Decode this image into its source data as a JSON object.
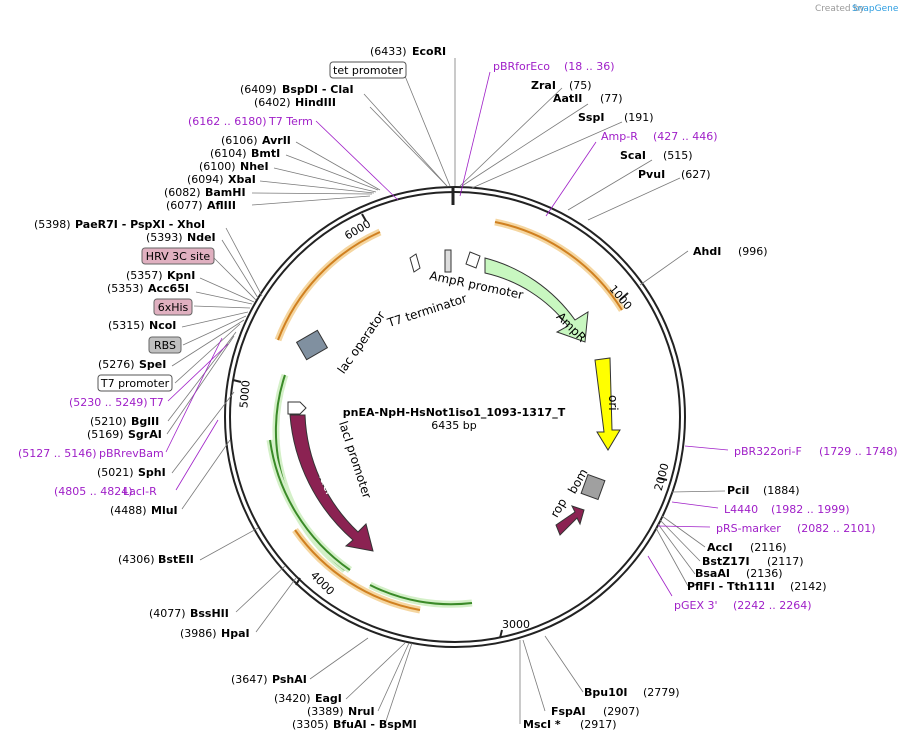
{
  "header": {
    "created_by": "Created by",
    "brand": "SnapGene"
  },
  "plasmid": {
    "name": "pnEA-NpH-HsNot1iso1_1093-1317_T",
    "size": "6435 bp"
  },
  "tick_labels": [
    "1000",
    "2000",
    "3000",
    "4000",
    "5000",
    "6000"
  ],
  "sites": [
    {
      "pos": "(6433)",
      "name": "EcoRI"
    },
    {
      "pos": "(75)",
      "name": "ZraI"
    },
    {
      "pos": "(77)",
      "name": "AatII"
    },
    {
      "pos": "(191)",
      "name": "SspI"
    },
    {
      "pos": "(515)",
      "name": "ScaI"
    },
    {
      "pos": "(627)",
      "name": "PvuI"
    },
    {
      "pos": "(996)",
      "name": "AhdI"
    },
    {
      "pos": "(1884)",
      "name": "PciI"
    },
    {
      "pos": "(2116)",
      "name": "AccI"
    },
    {
      "pos": "(2117)",
      "name": "BstZ17I"
    },
    {
      "pos": "(2136)",
      "name": "BsaAI"
    },
    {
      "pos": "(2142)",
      "name": "PflFI - Tth111I"
    },
    {
      "pos": "(2779)",
      "name": "Bpu10I"
    },
    {
      "pos": "(2907)",
      "name": "FspAI"
    },
    {
      "pos": "(2917)",
      "name": "MscI *"
    },
    {
      "pos": "(3305)",
      "name": "BfuAI - BspMI"
    },
    {
      "pos": "(3389)",
      "name": "NruI"
    },
    {
      "pos": "(3420)",
      "name": "EagI"
    },
    {
      "pos": "(3647)",
      "name": "PshAI"
    },
    {
      "pos": "(3986)",
      "name": "HpaI"
    },
    {
      "pos": "(4077)",
      "name": "BssHII"
    },
    {
      "pos": "(4306)",
      "name": "BstEII"
    },
    {
      "pos": "(4488)",
      "name": "MluI"
    },
    {
      "pos": "(5021)",
      "name": "SphI"
    },
    {
      "pos": "(5169)",
      "name": "SgrAI"
    },
    {
      "pos": "(5210)",
      "name": "BglII"
    },
    {
      "pos": "(5276)",
      "name": "SpeI"
    },
    {
      "pos": "(5315)",
      "name": "NcoI"
    },
    {
      "pos": "(5353)",
      "name": "Acc65I"
    },
    {
      "pos": "(5357)",
      "name": "KpnI"
    },
    {
      "pos": "(5393)",
      "name": "NdeI"
    },
    {
      "pos": "(5398)",
      "name": "PaeR7I - PspXI - XhoI"
    },
    {
      "pos": "(6077)",
      "name": "AflIII"
    },
    {
      "pos": "(6082)",
      "name": "BamHI"
    },
    {
      "pos": "(6094)",
      "name": "XbaI"
    },
    {
      "pos": "(6100)",
      "name": "NheI"
    },
    {
      "pos": "(6104)",
      "name": "BmtI"
    },
    {
      "pos": "(6106)",
      "name": "AvrII"
    },
    {
      "pos": "(6402)",
      "name": "HindIII"
    },
    {
      "pos": "(6409)",
      "name": "BspDI - ClaI"
    }
  ],
  "primers": [
    {
      "name": "pBRforEco",
      "range": "(18 .. 36)"
    },
    {
      "name": "Amp-R",
      "range": "(427 .. 446)"
    },
    {
      "name": "pBR322ori-F",
      "range": "(1729 .. 1748)"
    },
    {
      "name": "L4440",
      "range": "(1982 .. 1999)"
    },
    {
      "name": "pRS-marker",
      "range": "(2082 .. 2101)"
    },
    {
      "name": "pGEX 3'",
      "range": "(2242 .. 2264)"
    },
    {
      "name": "LacI-R",
      "range": "(4805 .. 4824)"
    },
    {
      "name": "pBRrevBam",
      "range": "(5127 .. 5146)"
    },
    {
      "name": "T7",
      "range": "(5230 .. 5249)"
    },
    {
      "name": "T7 Term",
      "range": "(6162 .. 6180)"
    }
  ],
  "boxed_features": [
    "tet promoter",
    "HRV 3C site",
    "6xHis",
    "RBS",
    "T7 promoter"
  ],
  "inner_features": [
    "AmpR promoter",
    "AmpR",
    "ori",
    "bom",
    "rop",
    "lacI",
    "lacI promoter",
    "lac operator",
    "T7 terminator"
  ],
  "colors": {
    "ampr": "#c8f7c0",
    "ori": "#ffff00",
    "laci": "#8b2252",
    "bom": "#a0a0a0",
    "orf": "#f0a030",
    "green_arrow": "#3a8a28",
    "primer": "#a020c8",
    "hrv_box": "#e0b0c0",
    "his_box": "#e0b0c0",
    "rbs_box": "#c0c0c0"
  }
}
